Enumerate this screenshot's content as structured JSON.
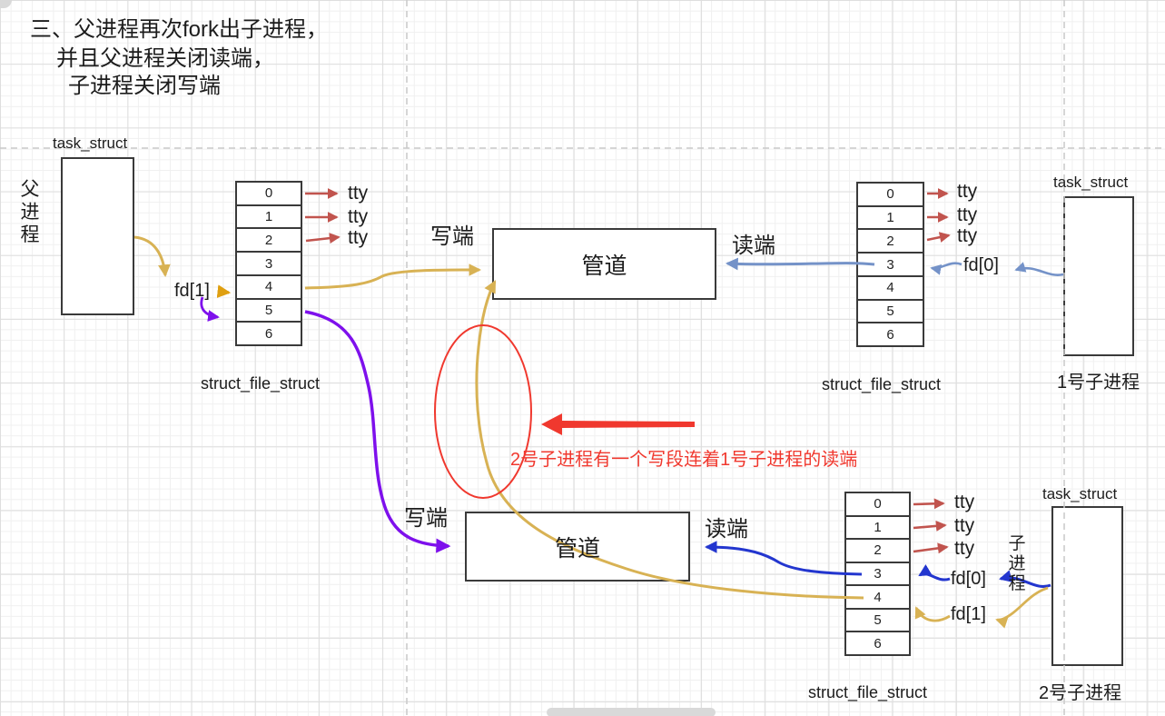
{
  "title": {
    "line1": "三、父进程再次fork出子进程，",
    "line2": "并且父进程关闭读端，",
    "line3": "子进程关闭写端"
  },
  "labels": {
    "task_struct": "task_struct",
    "struct_file_struct": "struct_file_struct",
    "tty": "tty",
    "pipe": "管道",
    "write_end": "写端",
    "read_end": "读端",
    "fd0": "fd[0]",
    "fd1": "fd[1]"
  },
  "rows": [
    "0",
    "1",
    "2",
    "3",
    "4",
    "5",
    "6"
  ],
  "processes": {
    "parent": {
      "name_vertical": [
        "父",
        "进",
        "程"
      ]
    },
    "child1": {
      "name": "1号子进程"
    },
    "child2": {
      "name": "2号子进程",
      "name_vertical": [
        "子",
        "进",
        "程"
      ]
    }
  },
  "annotation": {
    "text": "2号子进程有一个写段连着1号子进程的读端"
  },
  "colors": {
    "tty_arrow": "#c1544e",
    "tan": "#d8b254",
    "orange": "#df9f10",
    "purple": "#7e10ec",
    "light_blue": "#7492c8",
    "dark_blue": "#2336cf",
    "red": "#f0382e",
    "guide": "#c9c9c9"
  }
}
